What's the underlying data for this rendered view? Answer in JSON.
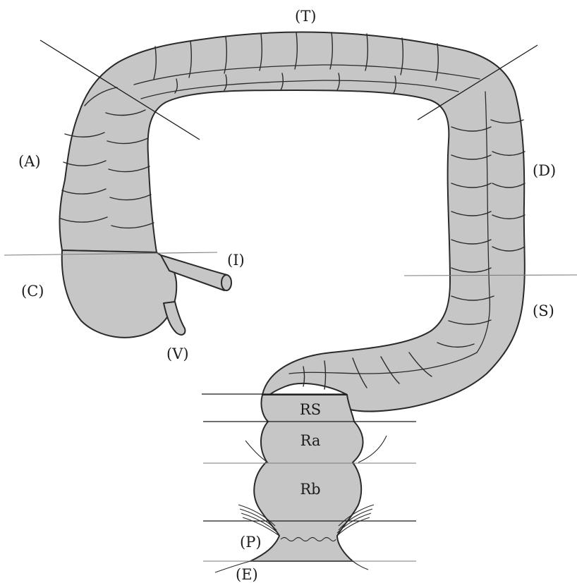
{
  "diagram": {
    "segments": {
      "transverse": "(T)",
      "ascending": "(A)",
      "descending": "(D)",
      "ileum": "(I)",
      "cecum": "(C)",
      "sigmoid": "(S)",
      "appendix": "(V)",
      "pubic": "(P)",
      "external": "(E)"
    },
    "rectum": {
      "rectosigmoid": "RS",
      "upper": "Ra",
      "lower": "Rb"
    },
    "colors": {
      "fill": "#c6c6c6",
      "outline": "#2a2a2a"
    }
  }
}
